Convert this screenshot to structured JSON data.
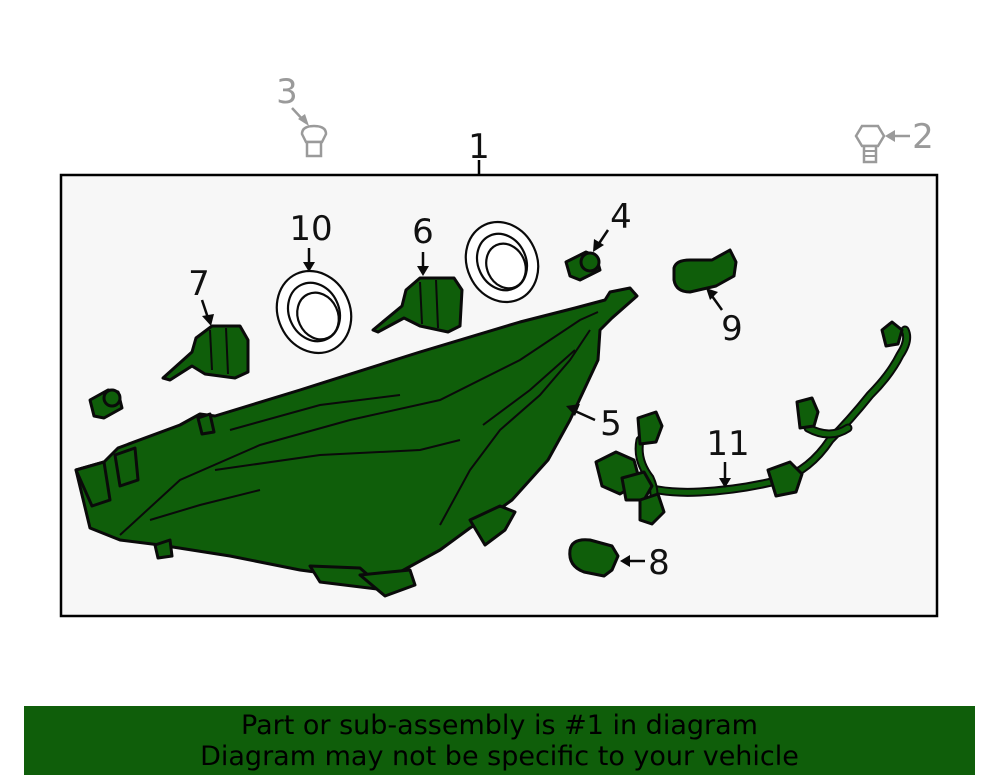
{
  "callouts": {
    "c1": "1",
    "c2": "2",
    "c3": "3",
    "c4": "4",
    "c5": "5",
    "c6": "6",
    "c7": "7",
    "c8": "8",
    "c9": "9",
    "c10": "10",
    "c11": "11"
  },
  "footer": {
    "line1": "Part or sub-assembly is #1 in diagram",
    "line2": "Diagram may not be specific to your vehicle"
  },
  "colors": {
    "highlight": "#0f5e0a",
    "outline": "#0a0a0a",
    "panel": "#f7f7f7",
    "muted": "#9a9a9a"
  },
  "icons": {
    "part2": "bolt-icon",
    "part3": "clip-icon"
  }
}
